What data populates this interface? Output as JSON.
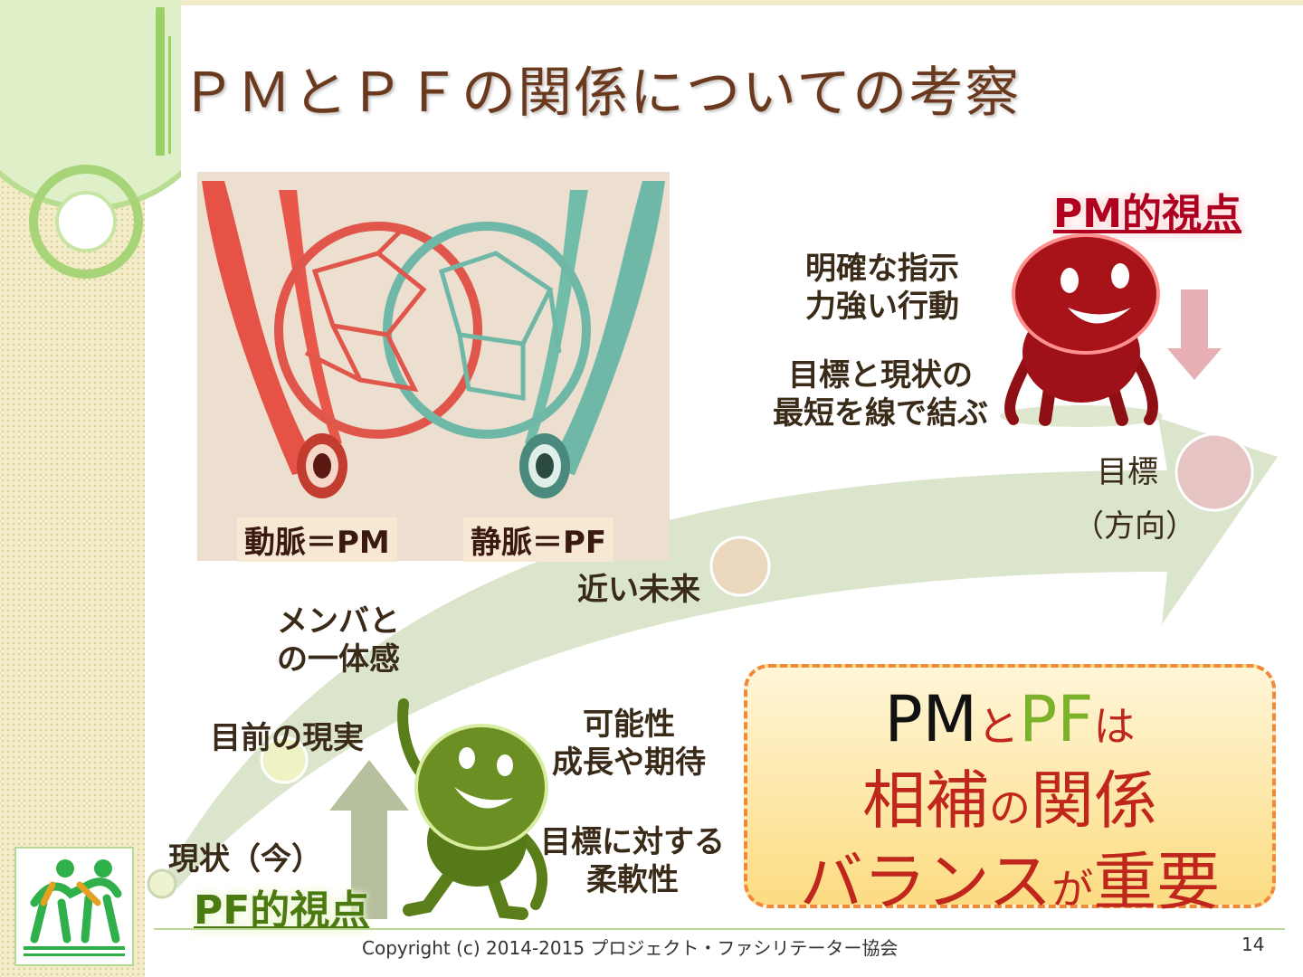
{
  "title": "ＰＭとＰＦの関係についての考察",
  "image": {
    "artery_label": "動脈＝PM",
    "vein_label": "静脈＝PF"
  },
  "pm_view": {
    "heading": "PM的視点",
    "line1": "明確な指示",
    "line2": "力強い行動",
    "line3": "目標と現状の",
    "line4": "最短を線で結ぶ"
  },
  "pf_view": {
    "heading": "PF的視点",
    "line1": "可能性",
    "line2": "成長や期待",
    "line3": "目標に対する",
    "line4": "柔軟性"
  },
  "path": {
    "current": "現状（今）",
    "reality": "目前の現実",
    "team1": "メンバと",
    "team2": "の一体感",
    "near_future": "近い未来",
    "goal": "目標",
    "direction": "（方向）"
  },
  "callout": {
    "pm": "PM",
    "to": "と",
    "pf": "PF",
    "wa": "は",
    "line2a": "相補",
    "line2b": "の",
    "line2c": "関係",
    "line3a": "バランス",
    "line3b": "が",
    "line3c": "重要"
  },
  "footer": {
    "copyright": "Copyright (c) 2014-2015 プロジェクト・ファシリテーター協会",
    "page": "14"
  },
  "colors": {
    "title": "#6b3a1e",
    "accent_green": "#9bcf68",
    "pm_red": "#b00020",
    "pf_green": "#4a7a10",
    "callout_border": "#f08a3a"
  }
}
